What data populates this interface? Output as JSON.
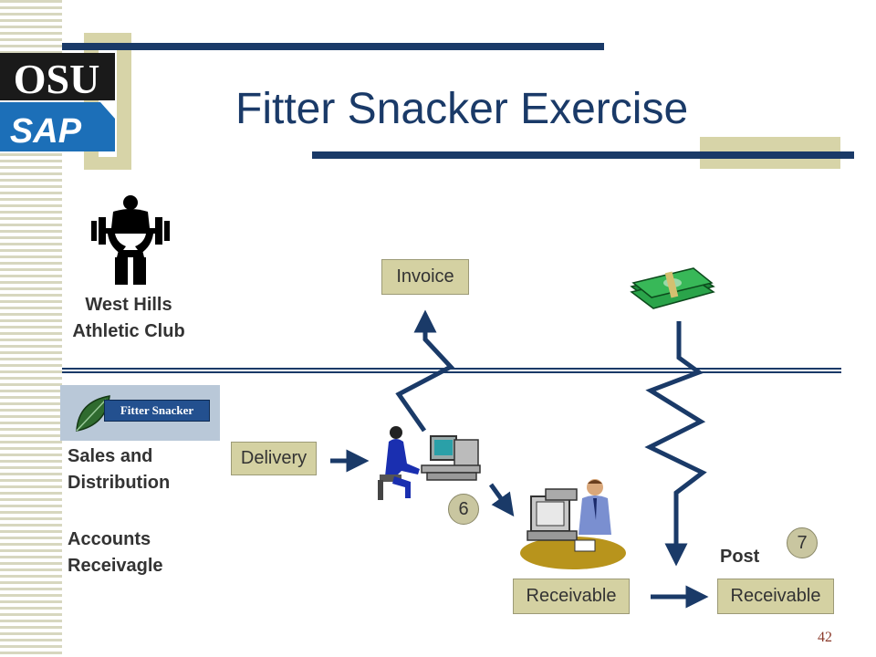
{
  "title": "Fitter Snacker Exercise",
  "logos": {
    "osu_text": "OSU",
    "sap_text": "SAP",
    "fitter_snacker_text": "Fitter Snacker"
  },
  "customer": {
    "line1": "West Hills",
    "line2": "Athletic Club"
  },
  "departments": {
    "sales_line1": "Sales and",
    "sales_line2": "Distribution",
    "ar_line1": "Accounts",
    "ar_line2": "Receivagle"
  },
  "boxes": {
    "invoice": "Invoice",
    "delivery": "Delivery",
    "receivable_left": "Receivable",
    "receivable_right": "Receivable"
  },
  "steps": {
    "step6": "6",
    "step7": "7"
  },
  "post_label": "Post",
  "page_number": "42",
  "icons": [
    "weightlifter-icon",
    "money-stack-icon",
    "computer-worker-icon",
    "accountant-desk-icon",
    "leaf-icon"
  ],
  "colors": {
    "title": "#1a3a68",
    "accent_navy": "#1a3a68",
    "box_fill": "#d4d1a2",
    "olive_accent": "#d4d1a2"
  }
}
